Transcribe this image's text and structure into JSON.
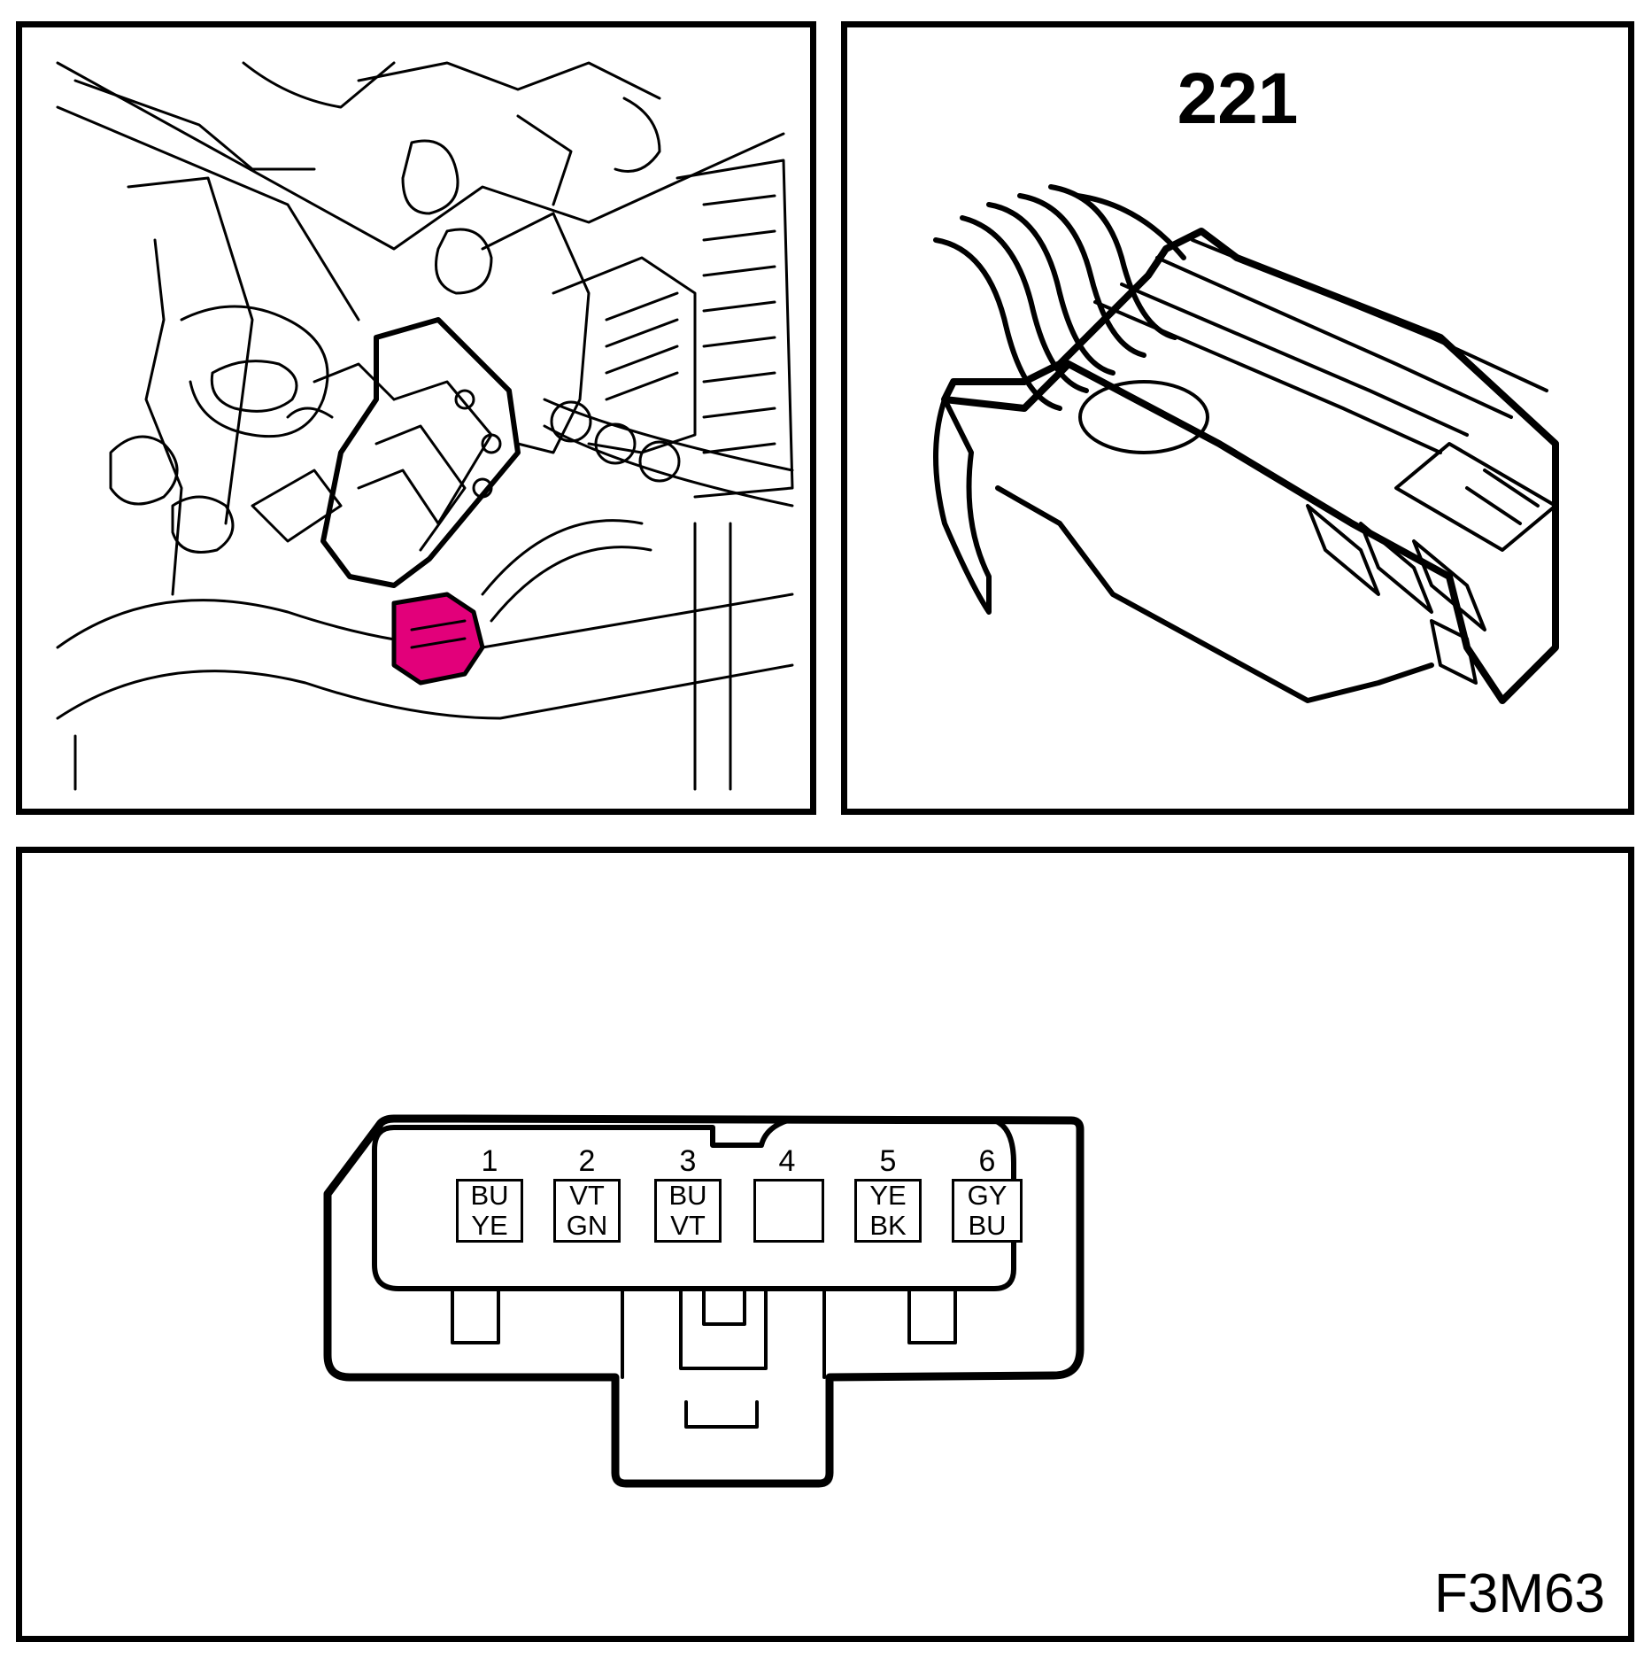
{
  "connector": {
    "id": "221"
  },
  "figure": {
    "code": "F3M63"
  },
  "colors": {
    "highlight": "#e2007a",
    "line": "#000000",
    "background": "#ffffff"
  },
  "pins": [
    {
      "number": "1",
      "wire_top": "BU",
      "wire_bottom": "YE"
    },
    {
      "number": "2",
      "wire_top": "VT",
      "wire_bottom": "GN"
    },
    {
      "number": "3",
      "wire_top": "BU",
      "wire_bottom": "VT"
    },
    {
      "number": "4",
      "wire_top": "",
      "wire_bottom": ""
    },
    {
      "number": "5",
      "wire_top": "YE",
      "wire_bottom": "BK"
    },
    {
      "number": "6",
      "wire_top": "GY",
      "wire_bottom": "BU"
    }
  ]
}
